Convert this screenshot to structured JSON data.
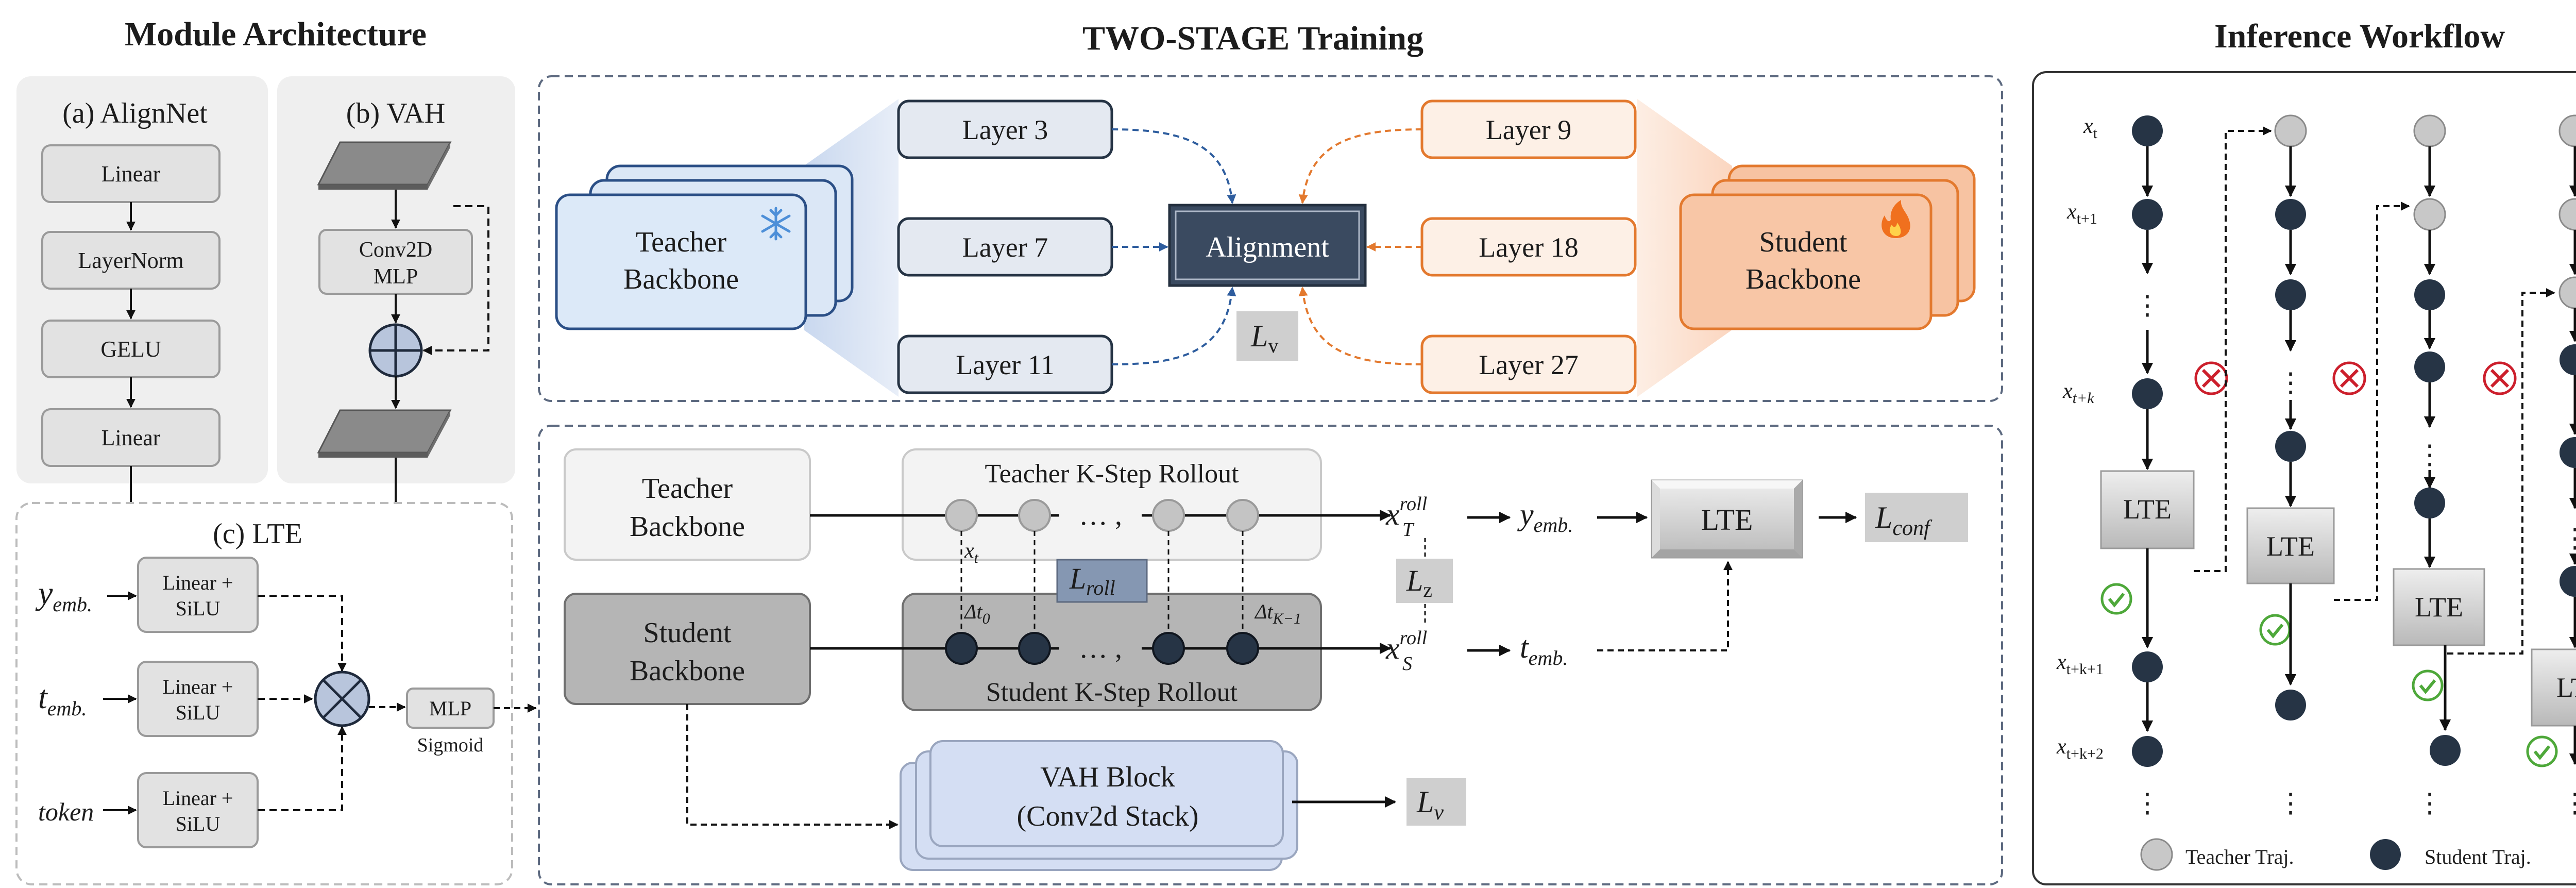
{
  "titles": {
    "module": "Module Architecture",
    "training": "TWO-STAGE Training",
    "inference": "Inference Workflow"
  },
  "alignnet": {
    "title": "(a) AlignNet",
    "layers": [
      "Linear",
      "LayerNorm",
      "GELU",
      "Linear"
    ]
  },
  "vah": {
    "title": "(b) VAH",
    "conv_line1": "Conv2D",
    "conv_line2": "MLP"
  },
  "lte_module": {
    "title": "(c) LTE",
    "inputs": [
      {
        "label": "y",
        "sub": "emb.",
        "box1": "Linear +",
        "box2": "SiLU"
      },
      {
        "label": "t",
        "sub": "emb.",
        "box1": "Linear +",
        "box2": "SiLU"
      },
      {
        "label": "token",
        "sub": "",
        "box1": "Linear +",
        "box2": "SiLU"
      }
    ],
    "mlp": "MLP",
    "sigmoid": "Sigmoid"
  },
  "stage1": {
    "teacher_line1": "Teacher",
    "teacher_line2": "Backbone",
    "student_line1": "Student",
    "student_line2": "Backbone",
    "teacher_layers": [
      "Layer 3",
      "Layer 7",
      "Layer 11"
    ],
    "student_layers": [
      "Layer 9",
      "Layer 18",
      "Layer 27"
    ],
    "alignment": "Alignment",
    "loss": "L",
    "loss_sub": "v",
    "icons": {
      "teacher": "snowflake-icon",
      "student": "fire-icon"
    }
  },
  "stage2": {
    "teacher_line1": "Teacher",
    "teacher_line2": "Backbone",
    "student_line1": "Student",
    "student_line2": "Backbone",
    "teacher_rollout": "Teacher K-Step Rollout",
    "student_rollout": "Student K-Step Rollout",
    "dots": "… ,",
    "xt": "x",
    "xt_sub": "t",
    "l_roll": "L",
    "l_roll_sub": "roll",
    "dt0": "Δt",
    "dt0_sub": "0",
    "dtk": "Δt",
    "dtk_sub": "K−1",
    "xT": "x",
    "xT_sup": "roll",
    "xT_sub": "T",
    "xS": "x",
    "xS_sup": "roll",
    "xS_sub": "S",
    "lz": "L",
    "lz_sub": "z",
    "y_emb": "y",
    "y_emb_sub": "emb.",
    "t_emb": "t",
    "t_emb_sub": "emb.",
    "lte": "LTE",
    "l_conf": "L",
    "l_conf_sub": "conf",
    "vah_line1": "VAH Block",
    "vah_line2": "(Conv2d Stack)",
    "l_v": "L",
    "l_v_sub": "v"
  },
  "inference": {
    "labels": [
      {
        "main": "x",
        "sub": "t"
      },
      {
        "main": "x",
        "sub": "t+1"
      },
      {
        "main": "x",
        "sub": "t+k"
      },
      {
        "main": "x",
        "sub": "t+k+1"
      },
      {
        "main": "x",
        "sub": "t+k+2"
      }
    ],
    "vdots": "⋮",
    "lte": "LTE",
    "legend_teacher": "Teacher Traj.",
    "legend_student": "Student Traj.",
    "colors": {
      "teacher": "#c8c8c8",
      "student": "#263445",
      "reject": "#cc1f2c",
      "accept": "#4ea83a"
    }
  }
}
